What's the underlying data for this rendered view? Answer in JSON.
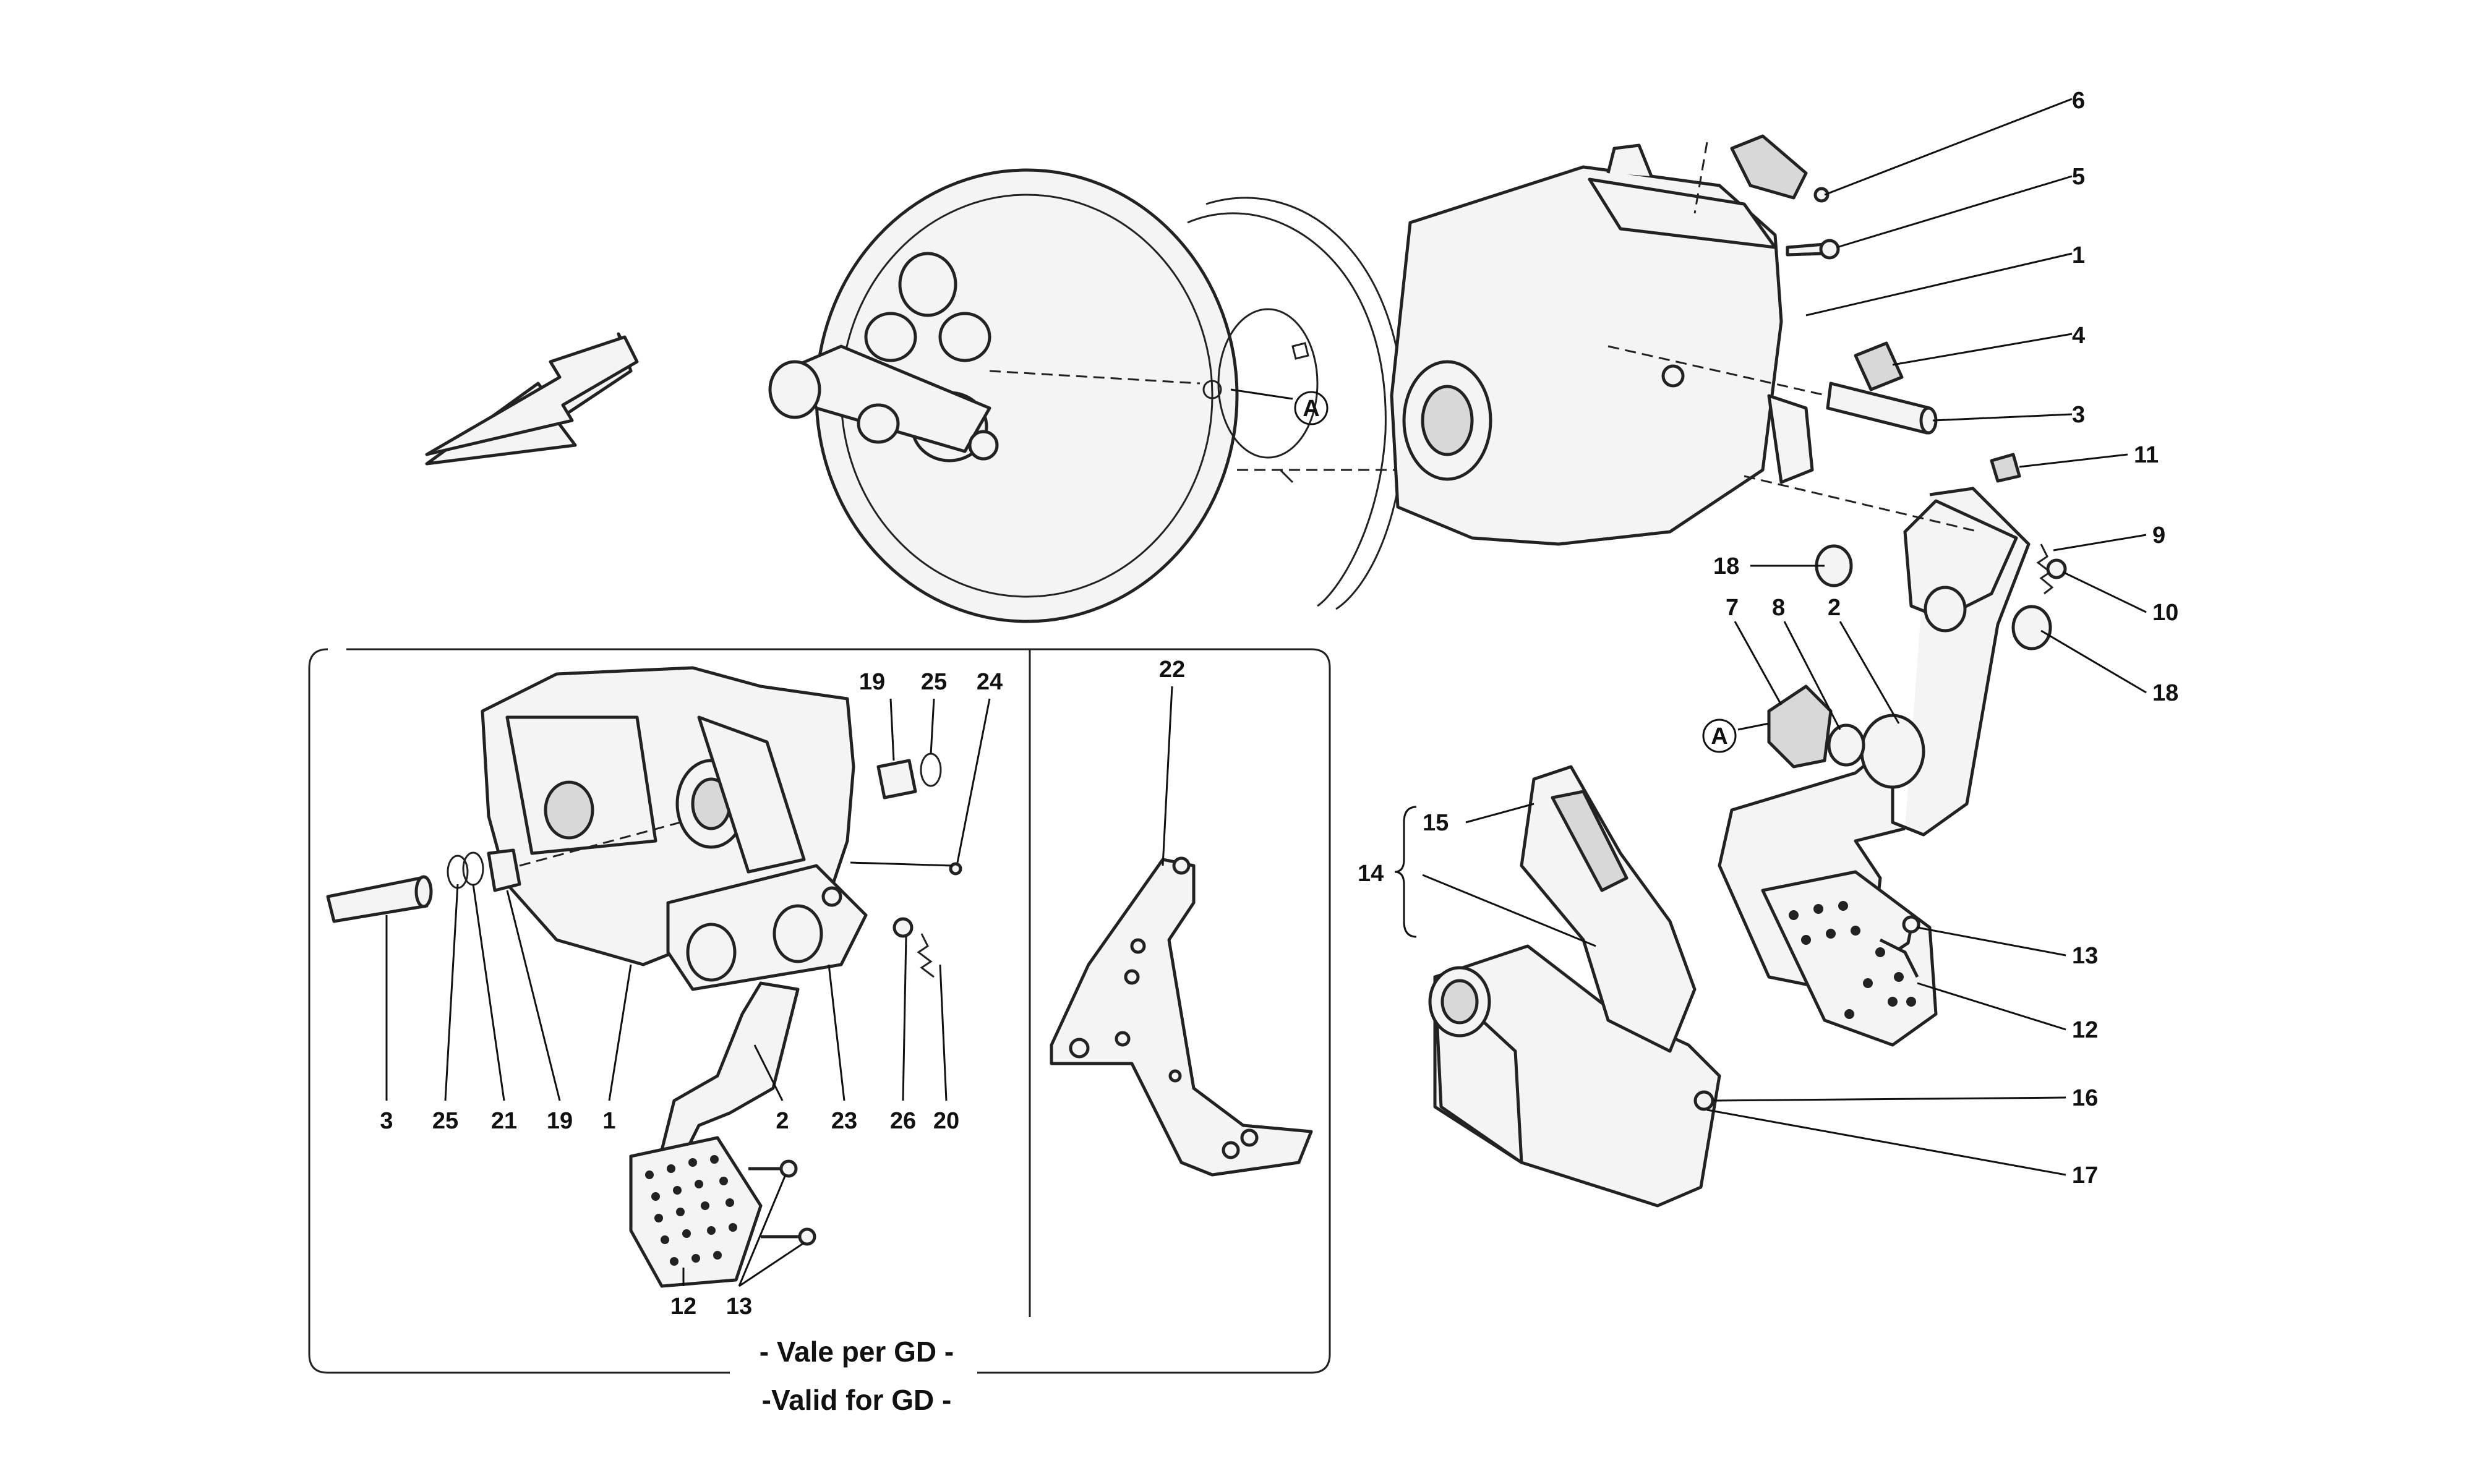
{
  "callouts": {
    "c1": "1",
    "c2": "2",
    "c3": "3",
    "c4": "4",
    "c5": "5",
    "c6": "6",
    "c7": "7",
    "c8": "8",
    "c9": "9",
    "c10": "10",
    "c11": "11",
    "c12": "12",
    "c13": "13",
    "c14": "14",
    "c15": "15",
    "c16": "16",
    "c17": "17",
    "c18a": "18",
    "c18b": "18"
  },
  "inset_left": {
    "l3": "3",
    "l25a": "25",
    "l21": "21",
    "l19a": "19",
    "l1": "1",
    "l2": "2",
    "l23": "23",
    "l26": "26",
    "l20": "20",
    "l19b": "19",
    "l25b": "25",
    "l24": "24",
    "l12": "12",
    "l13": "13"
  },
  "inset_right": {
    "l22": "22"
  },
  "marker": "A",
  "caption": {
    "line1": "- Vale per GD -",
    "line2": "-Valid for GD -"
  }
}
